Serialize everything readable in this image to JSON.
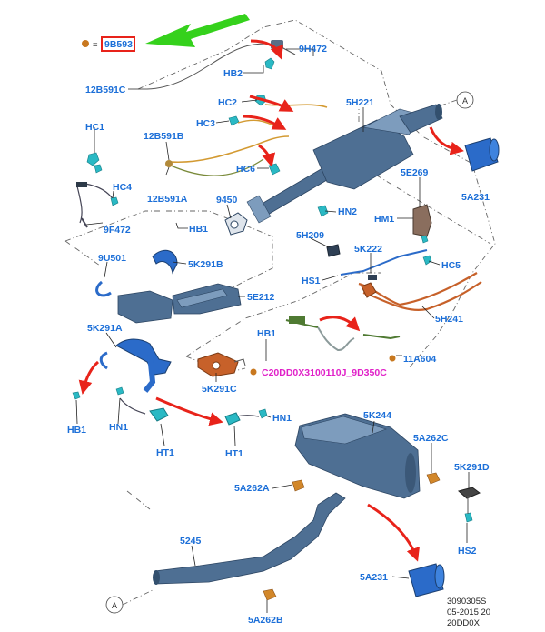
{
  "header": {
    "legend_equals": "=",
    "legend_code": "9B593"
  },
  "labels": [
    {
      "id": "9H472",
      "text": "9H472"
    },
    {
      "id": "HB2",
      "text": "HB2"
    },
    {
      "id": "12B591C",
      "text": "12B591C"
    },
    {
      "id": "HC2",
      "text": "HC2"
    },
    {
      "id": "5H221",
      "text": "5H221"
    },
    {
      "id": "HC3",
      "text": "HC3"
    },
    {
      "id": "HC1",
      "text": "HC1"
    },
    {
      "id": "12B591B",
      "text": "12B591B"
    },
    {
      "id": "HC6",
      "text": "HC6"
    },
    {
      "id": "HC4",
      "text": "HC4"
    },
    {
      "id": "5E269",
      "text": "5E269"
    },
    {
      "id": "12B591A",
      "text": "12B591A"
    },
    {
      "id": "5A231_top",
      "text": "5A231"
    },
    {
      "id": "9450",
      "text": "9450"
    },
    {
      "id": "HN2",
      "text": "HN2"
    },
    {
      "id": "9F472",
      "text": "9F472"
    },
    {
      "id": "HB1_top",
      "text": "HB1"
    },
    {
      "id": "HM1",
      "text": "HM1"
    },
    {
      "id": "5H209",
      "text": "5H209"
    },
    {
      "id": "5K222",
      "text": "5K222"
    },
    {
      "id": "9U501",
      "text": "9U501"
    },
    {
      "id": "5K291B",
      "text": "5K291B"
    },
    {
      "id": "HC5",
      "text": "HC5"
    },
    {
      "id": "HS1",
      "text": "HS1"
    },
    {
      "id": "5E212",
      "text": "5E212"
    },
    {
      "id": "5H241",
      "text": "5H241"
    },
    {
      "id": "5K291A",
      "text": "5K291A"
    },
    {
      "id": "HB1_mid",
      "text": "HB1"
    },
    {
      "id": "11A604",
      "text": "11A604"
    },
    {
      "id": "5K291C",
      "text": "5K291C"
    },
    {
      "id": "C20DD0X",
      "text": "C20DD0X3100110J_9D350C"
    },
    {
      "id": "HB1_left",
      "text": "HB1"
    },
    {
      "id": "HN1_left",
      "text": "HN1"
    },
    {
      "id": "HN1_right",
      "text": "HN1"
    },
    {
      "id": "5K244",
      "text": "5K244"
    },
    {
      "id": "HT1_left",
      "text": "HT1"
    },
    {
      "id": "HT1_right",
      "text": "HT1"
    },
    {
      "id": "5A262C",
      "text": "5A262C"
    },
    {
      "id": "5K291D",
      "text": "5K291D"
    },
    {
      "id": "5A262A",
      "text": "5A262A"
    },
    {
      "id": "5245",
      "text": "5245"
    },
    {
      "id": "HS2",
      "text": "HS2"
    },
    {
      "id": "5A231_bottom",
      "text": "5A231"
    },
    {
      "id": "5A262B",
      "text": "5A262B"
    }
  ],
  "refs": {
    "A_top": "A",
    "A_bottom": "A"
  },
  "footer": {
    "line1": "3090305S",
    "line2": "05-2015 20",
    "line3": "20DD0X"
  },
  "colors": {
    "label_blue": "#1c6fd8",
    "highlight_box": "#e8231a",
    "arrow_green": "#35d11c",
    "arrow_red": "#e8231a",
    "pipe_blue": "#4e6f93",
    "clip_cyan": "#2ab9c4",
    "bronze": "#d2872a",
    "magenta": "#e020c8"
  }
}
